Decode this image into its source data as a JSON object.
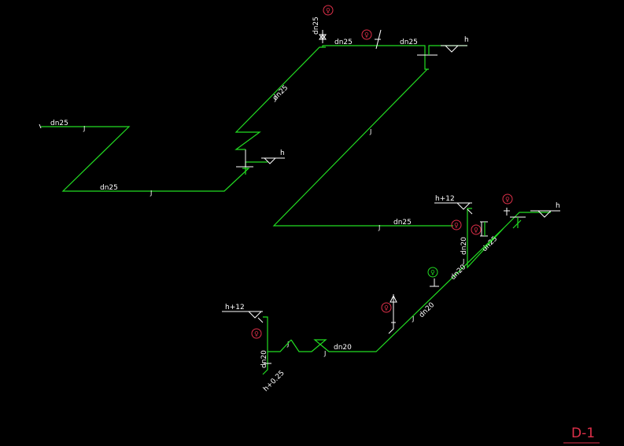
{
  "drawing": {
    "title": "D-1",
    "background": "#000000",
    "pipe_color": "#22dd22",
    "symbol_color": "#ffffff",
    "marker_color": "#e0304a",
    "green_marker_color": "#22dd22"
  },
  "labels": {
    "dn25": "dn25",
    "dn20": "dn20",
    "j": "J",
    "h": "h",
    "h_plus_12": "h+12",
    "h_plus_025": "h+0.25"
  }
}
